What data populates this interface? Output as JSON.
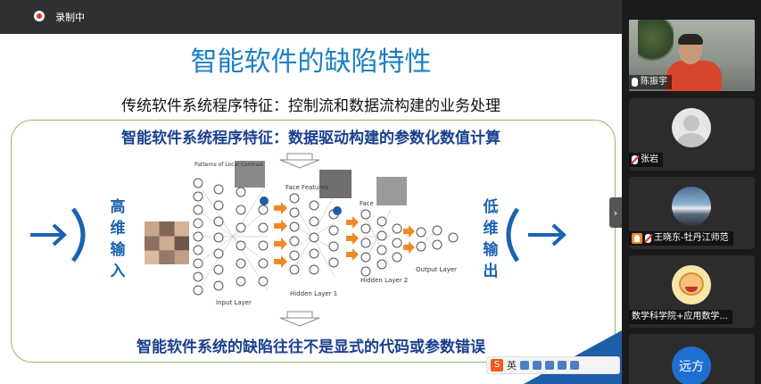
{
  "recording": {
    "label": "录制中"
  },
  "slide": {
    "title": "智能软件的缺陷特性",
    "line1": "传统软件系统程序特征：控制流和数据流构建的业务处理",
    "line2": "智能软件系统程序特征：数据驱动构建的参数化数值计算",
    "line3": "智能软件系统的缺陷往往不是显式的代码或参数错误",
    "left_label": [
      "高",
      "维",
      "输",
      "入"
    ],
    "right_label": [
      "低",
      "维",
      "输",
      "出"
    ],
    "diagram": {
      "patterns_label": "Patterns of Local Contrast",
      "face_features_label": "Face Features",
      "face_label": "Face",
      "input_layer": "Input Layer",
      "hidden_layer_1": "Hidden Layer 1",
      "hidden_layer_2": "Hidden Layer 2",
      "output_layer": "Output Layer"
    }
  },
  "ime": {
    "lang": "英"
  },
  "participants": [
    {
      "name": "陈振宇",
      "mic": "on"
    },
    {
      "name": "张岩",
      "mic": "muted"
    },
    {
      "name": "王晓东-牡丹江师范",
      "mic": "muted",
      "host": true
    },
    {
      "name": "数学科学院+应用数学..."
    },
    {
      "avatar_text": "远方"
    }
  ],
  "colors": {
    "accent": "#1b7fc4",
    "navy": "#1a3f8f",
    "orange": "#f08a24",
    "rec": "#e5322d"
  }
}
